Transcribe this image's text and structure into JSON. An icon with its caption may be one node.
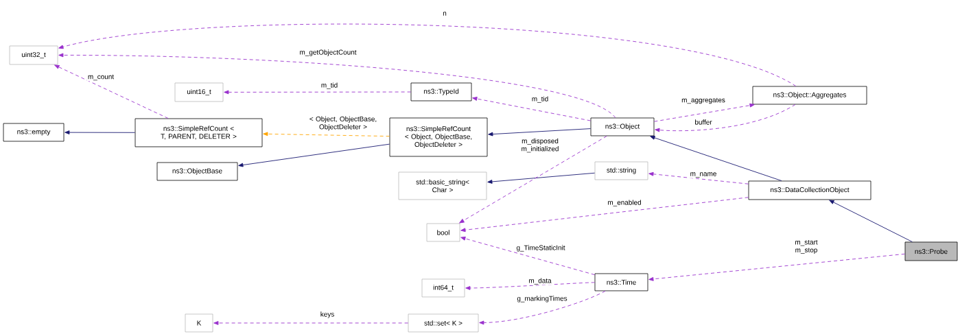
{
  "diagram": {
    "nodes": [
      {
        "text": [
          "uint32_t"
        ]
      },
      {
        "text": [
          "uint16_t"
        ]
      },
      {
        "text": [
          "ns3::TypeId"
        ]
      },
      {
        "text": [
          "ns3::empty"
        ]
      },
      {
        "text": [
          "ns3::SimpleRefCount < T, PARENT, DELETER >"
        ]
      },
      {
        "text": [
          "ns3::SimpleRefCount < Object, ObjectBase, ObjectDeleter >"
        ]
      },
      {
        "text": [
          "ns3::ObjectBase"
        ]
      },
      {
        "text": [
          "ns3::Object"
        ]
      },
      {
        "text": [
          "ns3::Object::Aggregates"
        ]
      },
      {
        "text": [
          "std::basic_string< Char >"
        ]
      },
      {
        "text": [
          "std::string"
        ]
      },
      {
        "text": [
          "ns3::DataCollectionObject"
        ]
      },
      {
        "text": [
          "bool"
        ]
      },
      {
        "text": [
          "ns3::Probe"
        ]
      },
      {
        "text": [
          "ns3::Time"
        ]
      },
      {
        "text": [
          "int64_t"
        ]
      },
      {
        "text": [
          "K"
        ]
      },
      {
        "text": [
          "std::set< K >"
        ]
      }
    ],
    "edges": [
      {
        "from": 8,
        "to": 0,
        "arrow": "to",
        "label": "n",
        "style": "dashed"
      },
      {
        "from": 7,
        "to": 0,
        "arrow": "to",
        "label": "m_getObjectCount",
        "style": "dashed"
      },
      {
        "from": 4,
        "to": 0,
        "arrow": "to",
        "label": "m_count",
        "style": "dashed"
      },
      {
        "from": 2,
        "to": 1,
        "arrow": "to",
        "label": "m_tid",
        "style": "dashed"
      },
      {
        "from": 7,
        "to": 2,
        "arrow": "to",
        "label": "m_tid",
        "style": "dashed"
      },
      {
        "from": 4,
        "to": 3,
        "arrow": "to",
        "color": "#191970"
      },
      {
        "from": 5,
        "to": 4,
        "arrow": "to",
        "label": "< Object, ObjectBase, ObjectDeleter >",
        "style": "dashed",
        "color": "#ffa500"
      },
      {
        "from": 5,
        "to": 6,
        "arrow": "to",
        "color": "#191970"
      },
      {
        "from": 7,
        "to": 5,
        "arrow": "to",
        "color": "#191970"
      },
      {
        "from": 7,
        "to": 8,
        "arrow": "to",
        "label": "m_aggregates",
        "style": "dashed"
      },
      {
        "from": 8,
        "to": 7,
        "arrow": "to",
        "label": "buffer",
        "style": "dashed"
      },
      {
        "from": 10,
        "to": 9,
        "arrow": "to",
        "color": "#191970"
      },
      {
        "from": 11,
        "to": 7,
        "arrow": "to",
        "color": "#191970"
      },
      {
        "from": 11,
        "to": 10,
        "arrow": "to",
        "label": "m_name",
        "style": "dashed"
      },
      {
        "from": 7,
        "to": 12,
        "arrow": "to",
        "label": "m_disposed m_initialized",
        "style": "dashed"
      },
      {
        "from": 11,
        "to": 12,
        "arrow": "to",
        "label": "m_enabled",
        "style": "dashed"
      },
      {
        "from": 14,
        "to": 12,
        "arrow": "to",
        "label": "g_TimeStaticInit",
        "style": "dashed"
      },
      {
        "from": 13,
        "to": 11,
        "arrow": "to",
        "color": "#191970"
      },
      {
        "from": 13,
        "to": 14,
        "arrow": "to",
        "label": "m_start m_stop",
        "style": "dashed"
      },
      {
        "from": 14,
        "to": 15,
        "arrow": "to",
        "label": "m_data",
        "style": "dashed"
      },
      {
        "from": 14,
        "to": 17,
        "arrow": "to",
        "label": "g_markingTimes",
        "style": "dashed"
      },
      {
        "from": 17,
        "to": 16,
        "arrow": "to",
        "label": "keys",
        "style": "dashed"
      }
    ]
  }
}
